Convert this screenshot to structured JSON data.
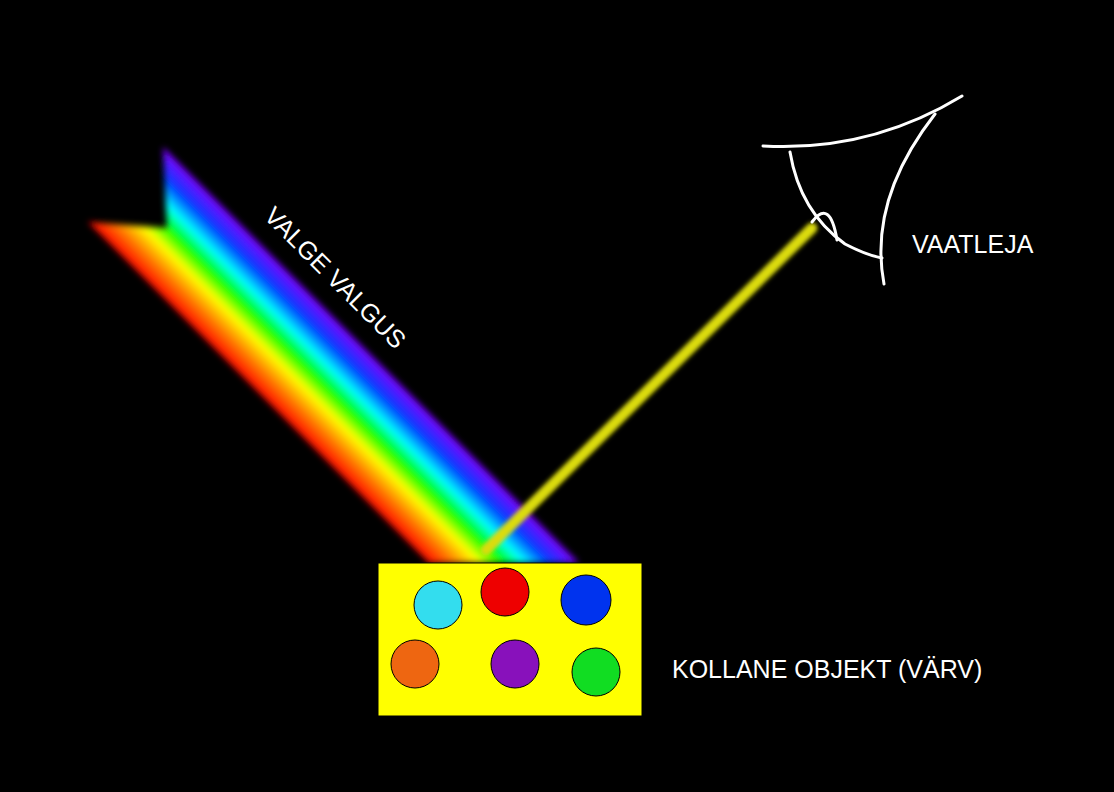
{
  "diagram": {
    "labels": [
      "VALGE VALGUS",
      "VAATLEJA",
      "KOLLANE OBJEKT (VÄRV)"
    ]
  }
}
